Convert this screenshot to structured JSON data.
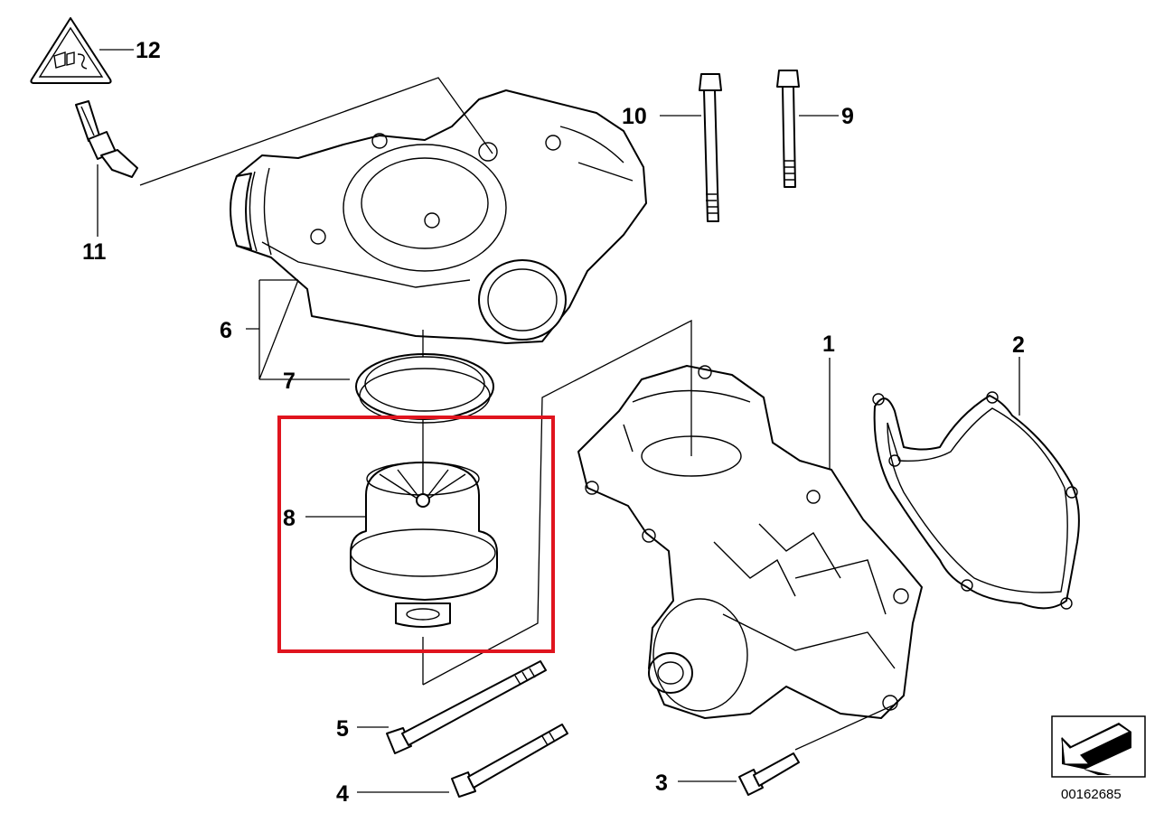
{
  "callouts": [
    {
      "id": "1",
      "label": "1"
    },
    {
      "id": "2",
      "label": "2"
    },
    {
      "id": "3",
      "label": "3"
    },
    {
      "id": "4",
      "label": "4"
    },
    {
      "id": "5",
      "label": "5"
    },
    {
      "id": "6",
      "label": "6"
    },
    {
      "id": "7",
      "label": "7"
    },
    {
      "id": "8",
      "label": "8"
    },
    {
      "id": "9",
      "label": "9"
    },
    {
      "id": "10",
      "label": "10"
    },
    {
      "id": "11",
      "label": "11"
    },
    {
      "id": "12",
      "label": "12"
    }
  ],
  "reference_number": "00162685",
  "highlight_color": "#e0141e",
  "ink_color": "#000000"
}
